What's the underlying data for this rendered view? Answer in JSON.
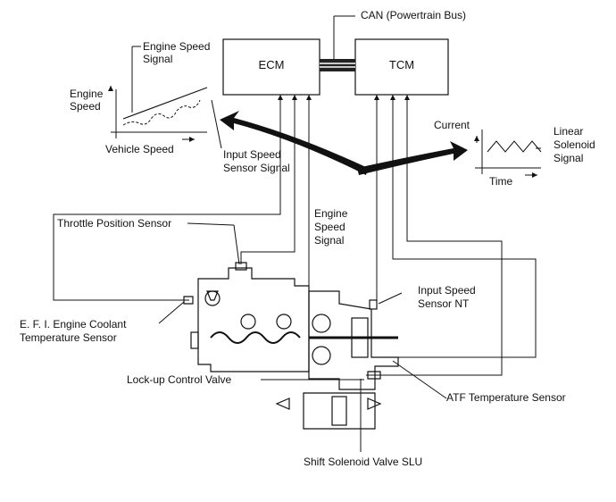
{
  "modules": {
    "ecm": "ECM",
    "tcm": "TCM",
    "can_bus": "CAN (Powertrain Bus)"
  },
  "left_graph": {
    "y_label_1": "Engine",
    "y_label_2": "Speed",
    "x_label": "Vehicle Speed",
    "engine_speed_signal_1": "Engine Speed",
    "engine_speed_signal_2": "Signal",
    "input_speed_signal_1": "Input Speed",
    "input_speed_signal_2": "Sensor Signal"
  },
  "right_graph": {
    "y_label": "Current",
    "x_label": "Time",
    "signal_1": "Linear",
    "signal_2": "Solenoid",
    "signal_3": "Signal"
  },
  "labels": {
    "throttle_position": "Throttle Position Sensor",
    "engine_speed_signal_1": "Engine",
    "engine_speed_signal_2": "Speed",
    "engine_speed_signal_3": "Signal",
    "coolant_1": "E. F. I. Engine Coolant",
    "coolant_2": "Temperature Sensor",
    "input_speed_nt_1": "Input Speed",
    "input_speed_nt_2": "Sensor NT",
    "lockup_valve": "Lock-up Control Valve",
    "atf_temp": "ATF Temperature Sensor",
    "shift_solenoid": "Shift Solenoid Valve SLU"
  }
}
